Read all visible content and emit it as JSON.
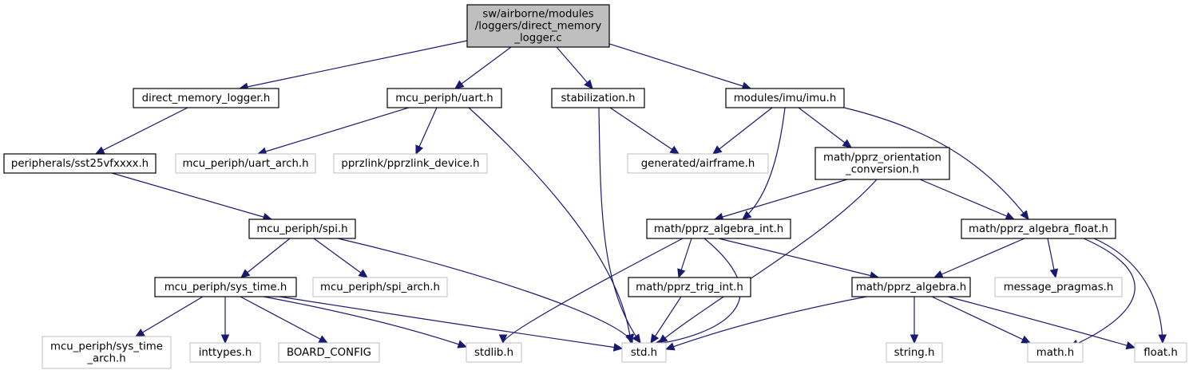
{
  "diagram": {
    "type": "include-dependency-graph",
    "colors": {
      "edge": "#191970",
      "root_fill": "#bfbfbf",
      "documented_border": "#000000",
      "external_border": "#bfbfbf"
    },
    "nodes": [
      {
        "id": "root",
        "kind": "root",
        "lines": [
          "sw/airborne/modules",
          "/loggers/direct_memory",
          "_logger.c"
        ]
      },
      {
        "id": "dml",
        "kind": "doc",
        "lines": [
          "direct_memory_logger.h"
        ]
      },
      {
        "id": "uart",
        "kind": "doc",
        "lines": [
          "mcu_periph/uart.h"
        ]
      },
      {
        "id": "stab",
        "kind": "doc",
        "lines": [
          "stabilization.h"
        ]
      },
      {
        "id": "imu",
        "kind": "doc",
        "lines": [
          "modules/imu/imu.h"
        ]
      },
      {
        "id": "sst",
        "kind": "doc",
        "lines": [
          "peripherals/sst25vfxxxx.h"
        ]
      },
      {
        "id": "uart_arch",
        "kind": "ext",
        "lines": [
          "mcu_periph/uart_arch.h"
        ]
      },
      {
        "id": "pprzlink",
        "kind": "ext",
        "lines": [
          "pprzlink/pprzlink_device.h"
        ]
      },
      {
        "id": "airframe",
        "kind": "ext",
        "lines": [
          "generated/airframe.h"
        ]
      },
      {
        "id": "orient",
        "kind": "doc",
        "lines": [
          "math/pprz_orientation",
          "_conversion.h"
        ]
      },
      {
        "id": "spi",
        "kind": "doc",
        "lines": [
          "mcu_periph/spi.h"
        ]
      },
      {
        "id": "alg_int",
        "kind": "doc",
        "lines": [
          "math/pprz_algebra_int.h"
        ]
      },
      {
        "id": "alg_float",
        "kind": "doc",
        "lines": [
          "math/pprz_algebra_float.h"
        ]
      },
      {
        "id": "sys_time",
        "kind": "doc",
        "lines": [
          "mcu_periph/sys_time.h"
        ]
      },
      {
        "id": "spi_arch",
        "kind": "ext",
        "lines": [
          "mcu_periph/spi_arch.h"
        ]
      },
      {
        "id": "trig_int",
        "kind": "doc",
        "lines": [
          "math/pprz_trig_int.h"
        ]
      },
      {
        "id": "algebra",
        "kind": "doc",
        "lines": [
          "math/pprz_algebra.h"
        ]
      },
      {
        "id": "msg_pragmas",
        "kind": "ext",
        "lines": [
          "message_pragmas.h"
        ]
      },
      {
        "id": "sys_time_arch",
        "kind": "ext",
        "lines": [
          "mcu_periph/sys_time",
          "_arch.h"
        ]
      },
      {
        "id": "inttypes",
        "kind": "ext",
        "lines": [
          "inttypes.h"
        ]
      },
      {
        "id": "board_config",
        "kind": "ext",
        "lines": [
          "BOARD_CONFIG"
        ]
      },
      {
        "id": "stdlib",
        "kind": "ext",
        "lines": [
          "stdlib.h"
        ]
      },
      {
        "id": "std",
        "kind": "ext",
        "lines": [
          "std.h"
        ]
      },
      {
        "id": "string",
        "kind": "ext",
        "lines": [
          "string.h"
        ]
      },
      {
        "id": "math",
        "kind": "ext",
        "lines": [
          "math.h"
        ]
      },
      {
        "id": "float",
        "kind": "ext",
        "lines": [
          "float.h"
        ]
      }
    ],
    "edges": [
      [
        "root",
        "dml"
      ],
      [
        "root",
        "uart"
      ],
      [
        "root",
        "stab"
      ],
      [
        "root",
        "imu"
      ],
      [
        "dml",
        "sst"
      ],
      [
        "uart",
        "uart_arch"
      ],
      [
        "uart",
        "pprzlink"
      ],
      [
        "uart",
        "std"
      ],
      [
        "stab",
        "airframe"
      ],
      [
        "stab",
        "std"
      ],
      [
        "imu",
        "airframe"
      ],
      [
        "imu",
        "orient"
      ],
      [
        "imu",
        "alg_int"
      ],
      [
        "imu",
        "alg_float"
      ],
      [
        "sst",
        "spi"
      ],
      [
        "orient",
        "alg_int"
      ],
      [
        "orient",
        "alg_float"
      ],
      [
        "orient",
        "std"
      ],
      [
        "spi",
        "sys_time"
      ],
      [
        "spi",
        "spi_arch"
      ],
      [
        "spi",
        "std"
      ],
      [
        "alg_int",
        "stdlib"
      ],
      [
        "alg_int",
        "trig_int"
      ],
      [
        "alg_int",
        "std"
      ],
      [
        "alg_int",
        "algebra"
      ],
      [
        "alg_float",
        "algebra"
      ],
      [
        "alg_float",
        "msg_pragmas"
      ],
      [
        "alg_float",
        "math"
      ],
      [
        "alg_float",
        "float"
      ],
      [
        "sys_time",
        "sys_time_arch"
      ],
      [
        "sys_time",
        "inttypes"
      ],
      [
        "sys_time",
        "board_config"
      ],
      [
        "sys_time",
        "stdlib"
      ],
      [
        "sys_time",
        "std"
      ],
      [
        "trig_int",
        "std"
      ],
      [
        "algebra",
        "std"
      ],
      [
        "algebra",
        "string"
      ],
      [
        "algebra",
        "math"
      ],
      [
        "algebra",
        "float"
      ]
    ]
  }
}
